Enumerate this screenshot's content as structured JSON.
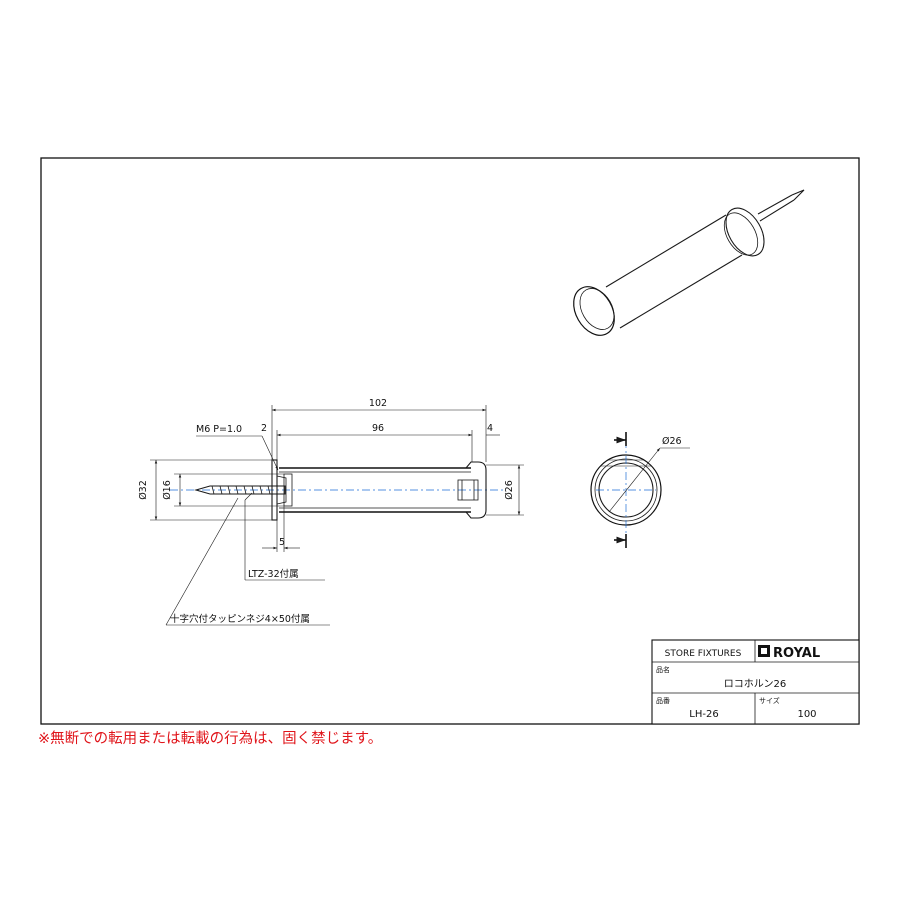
{
  "drawing": {
    "dims": {
      "overall": "102",
      "tube": "96",
      "flange_left": "2",
      "flange_right": "4",
      "thread": "M6 P=1.0",
      "dia_flange": "Ø32",
      "dia_bracket": "Ø16",
      "dia_tube": "Ø26",
      "dia_section": "Ø26",
      "offset": "5"
    },
    "callouts": {
      "washer": "LTZ-32付属",
      "screw": "十字穴付タッピンネジ4×50付属"
    }
  },
  "title_block": {
    "category": "STORE FIXTURES",
    "brand": "ROYAL",
    "name_label": "品名",
    "name_value": "ロコホルン26",
    "code_label": "品番",
    "code_value": "LH-26",
    "size_label": "サイズ",
    "size_value": "100"
  },
  "notice": "※無断での転用または転載の行為は、固く禁じます。"
}
